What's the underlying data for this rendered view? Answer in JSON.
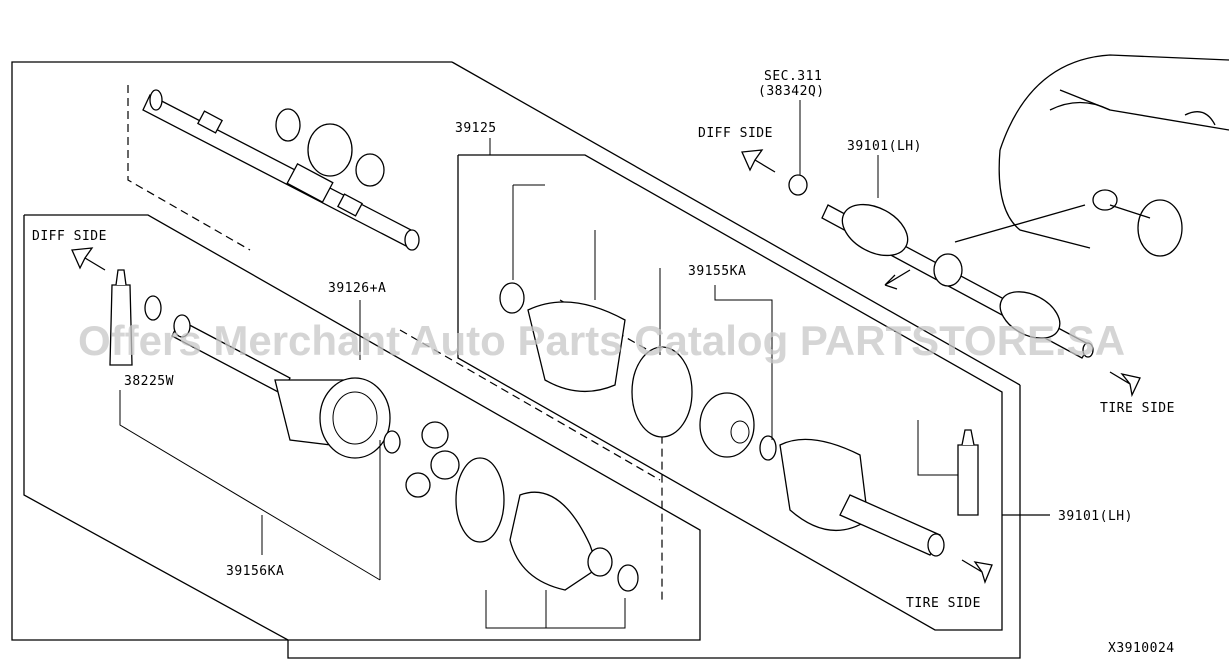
{
  "labels": {
    "sec_311": "SEC.311",
    "sec_311_sub": "(38342Q)",
    "diff_side_top": "DIFF SIDE",
    "diff_side_left": "DIFF SIDE",
    "tire_side_right": "TIRE SIDE",
    "tire_side_bottom": "TIRE SIDE",
    "p39101_top": "39101(LH)",
    "p39101_right": "39101(LH)",
    "p39125": "39125",
    "p39155ka": "39155KA",
    "p39126a": "39126+A",
    "p38225w": "38225W",
    "p39156ka": "39156KA",
    "drawing_code": "X3910024"
  },
  "watermark": "Offers Merchant Auto Parts Catalog PARTSTORE.SA",
  "colors": {
    "line": "#000000",
    "watermark": "#c8c8c8",
    "background": "#ffffff"
  }
}
